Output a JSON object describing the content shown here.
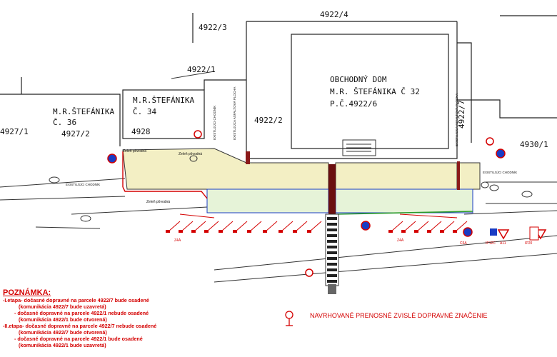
{
  "parcels": {
    "p4922_3": "4922/3",
    "p4922_4": "4922/4",
    "p4922_1": "4922/1",
    "p4922_2": "4922/2",
    "p4922_7": "4922/7",
    "p4930_1": "4930/1",
    "p4927_1": "4927/1"
  },
  "buildings": {
    "b36_line1": "M.R.ŠTEFÁNIKA",
    "b36_line2": "Č. 36",
    "b36_parcel": "4927/2",
    "b34_line1": "M.R.ŠTEFÁNIKA",
    "b34_line2": "Č. 34",
    "b34_parcel": "4928",
    "dom_line1": "OBCHODNÝ DOM",
    "dom_line2": "M.R. ŠTEFÁNIKA Č 32",
    "dom_line3": "P.Č.4922/6"
  },
  "labels": {
    "zelen1": "Zeleň pôvodná",
    "zelen2": "Zeleň pôvodná",
    "zelen3": "Zeleň pôvodná",
    "chodnik_left": "EXISTUJÚCI CHODNÍK",
    "chodnik_right": "EXISTUJÚCI CHODNÍK",
    "asfalt_left": "EXISTUJÚCA ASFALTOVÁ PLOCHA",
    "asfalt_right": "EXISTUJÚCA ASFALTOVÁ PLOCHA",
    "chodnik_vert": "EXISTUJÚCI CHODNÍK",
    "sign_za": "Z4A",
    "sign_c6a": "C6A",
    "sign_ip12c": "IP12C",
    "sign_a11": "A11",
    "sign_ip20": "IP20"
  },
  "notes": {
    "title": "POZNÁMKA:",
    "lines": [
      "-I.etapa- dočasné dopravné na parcele 4922/7 bude osadené",
      "           (komunikácia 4922/7 bude uzavretá)",
      "        - dočasné dopravné na parcele 4922/1 nebude osadené",
      "           (komunikácia 4922/1 bude otvorená)",
      "",
      "-II.etapa- dočasné dopravné na parcele 4922/7 nebude osadené",
      "           (komunikácia 4922/7 bude otvorená)",
      "        - dočasné dopravné na parcele 4922/1 bude osadené",
      "           (komunikácia 4922/1 bude uzavretá)"
    ]
  },
  "legend": {
    "text": "NAVRHOVANÉ PRENOSNÉ ZVISLÉ DOPRAVNÉ ZNAČENIE"
  },
  "colors": {
    "red": "#d40000",
    "work_area": "#f3efc4",
    "green_strip": "#e6f3d8",
    "blue": "#1a3cc4"
  }
}
